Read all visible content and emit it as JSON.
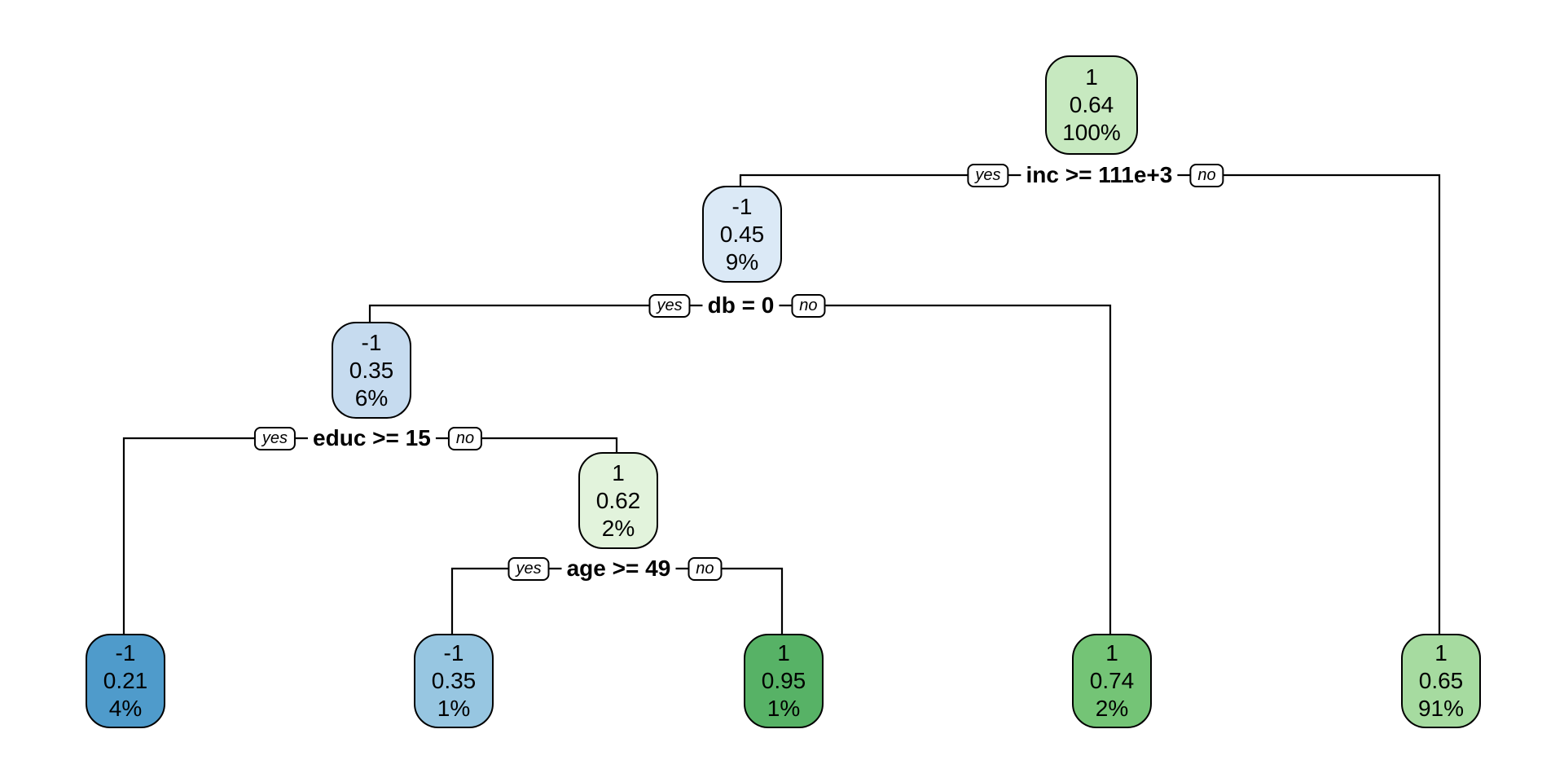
{
  "tree": {
    "background": "#ffffff",
    "line_color": "#000000",
    "nodes": [
      {
        "label": "1",
        "prob": "0.64",
        "pct": "100%",
        "fill": "#c7e9c0"
      },
      {
        "label": "-1",
        "prob": "0.45",
        "pct": "9%",
        "fill": "#dbe9f6"
      },
      {
        "label": "-1",
        "prob": "0.35",
        "pct": "6%",
        "fill": "#c6dbef"
      },
      {
        "label": "1",
        "prob": "0.62",
        "pct": "2%",
        "fill": "#e2f3dc"
      },
      {
        "label": "-1",
        "prob": "0.21",
        "pct": "4%",
        "fill": "#4f9bcb"
      },
      {
        "label": "-1",
        "prob": "0.35",
        "pct": "1%",
        "fill": "#97c6e1"
      },
      {
        "label": "1",
        "prob": "0.95",
        "pct": "1%",
        "fill": "#57b266"
      },
      {
        "label": "1",
        "prob": "0.74",
        "pct": "2%",
        "fill": "#74c476"
      },
      {
        "label": "1",
        "prob": "0.65",
        "pct": "91%",
        "fill": "#a6dba0"
      }
    ],
    "splits": [
      {
        "condition": "inc >= 111e+3",
        "yes": "yes",
        "no": "no"
      },
      {
        "condition": "db = 0",
        "yes": "yes",
        "no": "no"
      },
      {
        "condition": "educ >= 15",
        "yes": "yes",
        "no": "no"
      },
      {
        "condition": "age >= 49",
        "yes": "yes",
        "no": "no"
      }
    ]
  }
}
